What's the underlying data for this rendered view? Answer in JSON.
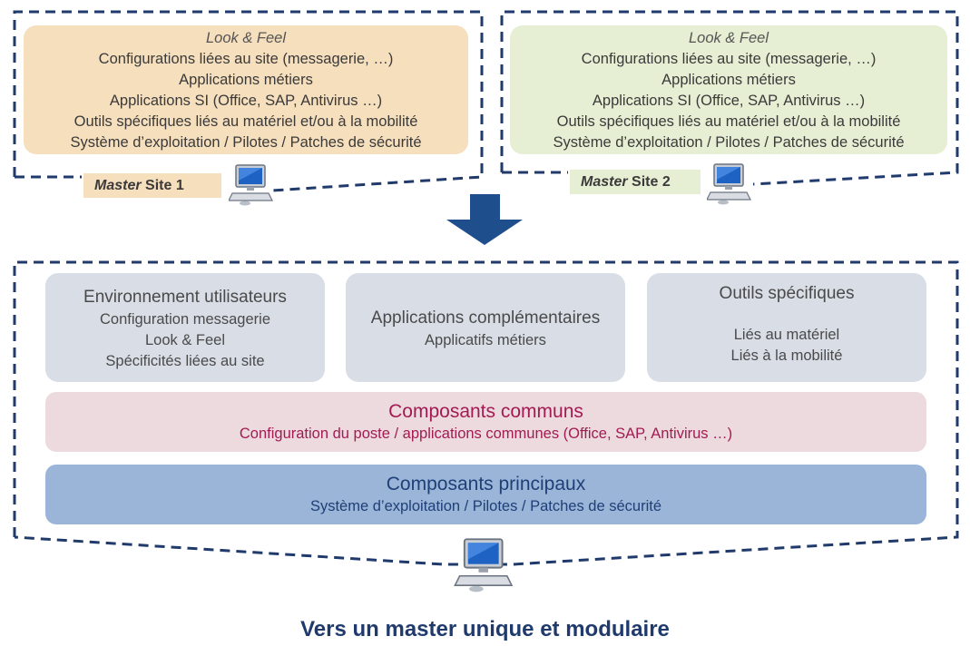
{
  "site1": {
    "lines": [
      "Look & Feel",
      "Configurations liées au site (messagerie, …)",
      "Applications métiers",
      "Applications SI (Office, SAP, Antivirus …)",
      "Outils spécifiques liés au matériel et/ou à la mobilité",
      "Système d’exploitation / Pilotes / Patches de sécurité"
    ],
    "tag_master": "Master",
    "tag_site": " Site 1"
  },
  "site2": {
    "lines": [
      "Look & Feel",
      "Configurations liées au site (messagerie, …)",
      "Applications métiers",
      "Applications SI (Office, SAP, Antivirus …)",
      "Outils spécifiques liés au matériel et/ou à la mobilité",
      "Système d’exploitation / Pilotes / Patches de sécurité"
    ],
    "tag_master": "Master",
    "tag_site": " Site 2"
  },
  "modules": {
    "env": {
      "title": "Environnement utilisateurs",
      "items": [
        "Configuration messagerie",
        "Look & Feel",
        "Spécificités liées au site"
      ]
    },
    "apps": {
      "title": "Applications complémentaires",
      "items": [
        "Applicatifs métiers"
      ]
    },
    "outils": {
      "title": "Outils spécifiques",
      "items": [
        "Liés au matériel",
        "Liés à la mobilité"
      ]
    }
  },
  "communs": {
    "title": "Composants communs",
    "subtitle": "Configuration du poste / applications communes (Office, SAP, Antivirus …)"
  },
  "principaux": {
    "title": "Composants principaux",
    "subtitle": "Système d’exploitation / Pilotes / Patches de sécurité"
  },
  "caption": "Vers un master unique et modulaire",
  "colors": {
    "dashed_border": "#1f3a6b",
    "arrow": "#1f4e8c",
    "site1_fill": "#f6dfbd",
    "site2_fill": "#e6efd4",
    "module_fill": "#d8dde6",
    "communs_fill": "#ecdade",
    "communs_text": "#a31b52",
    "principaux_fill": "#9ab5d7",
    "principaux_text": "#1f3f78"
  },
  "icons": [
    "computer-icon",
    "down-arrow-icon"
  ]
}
